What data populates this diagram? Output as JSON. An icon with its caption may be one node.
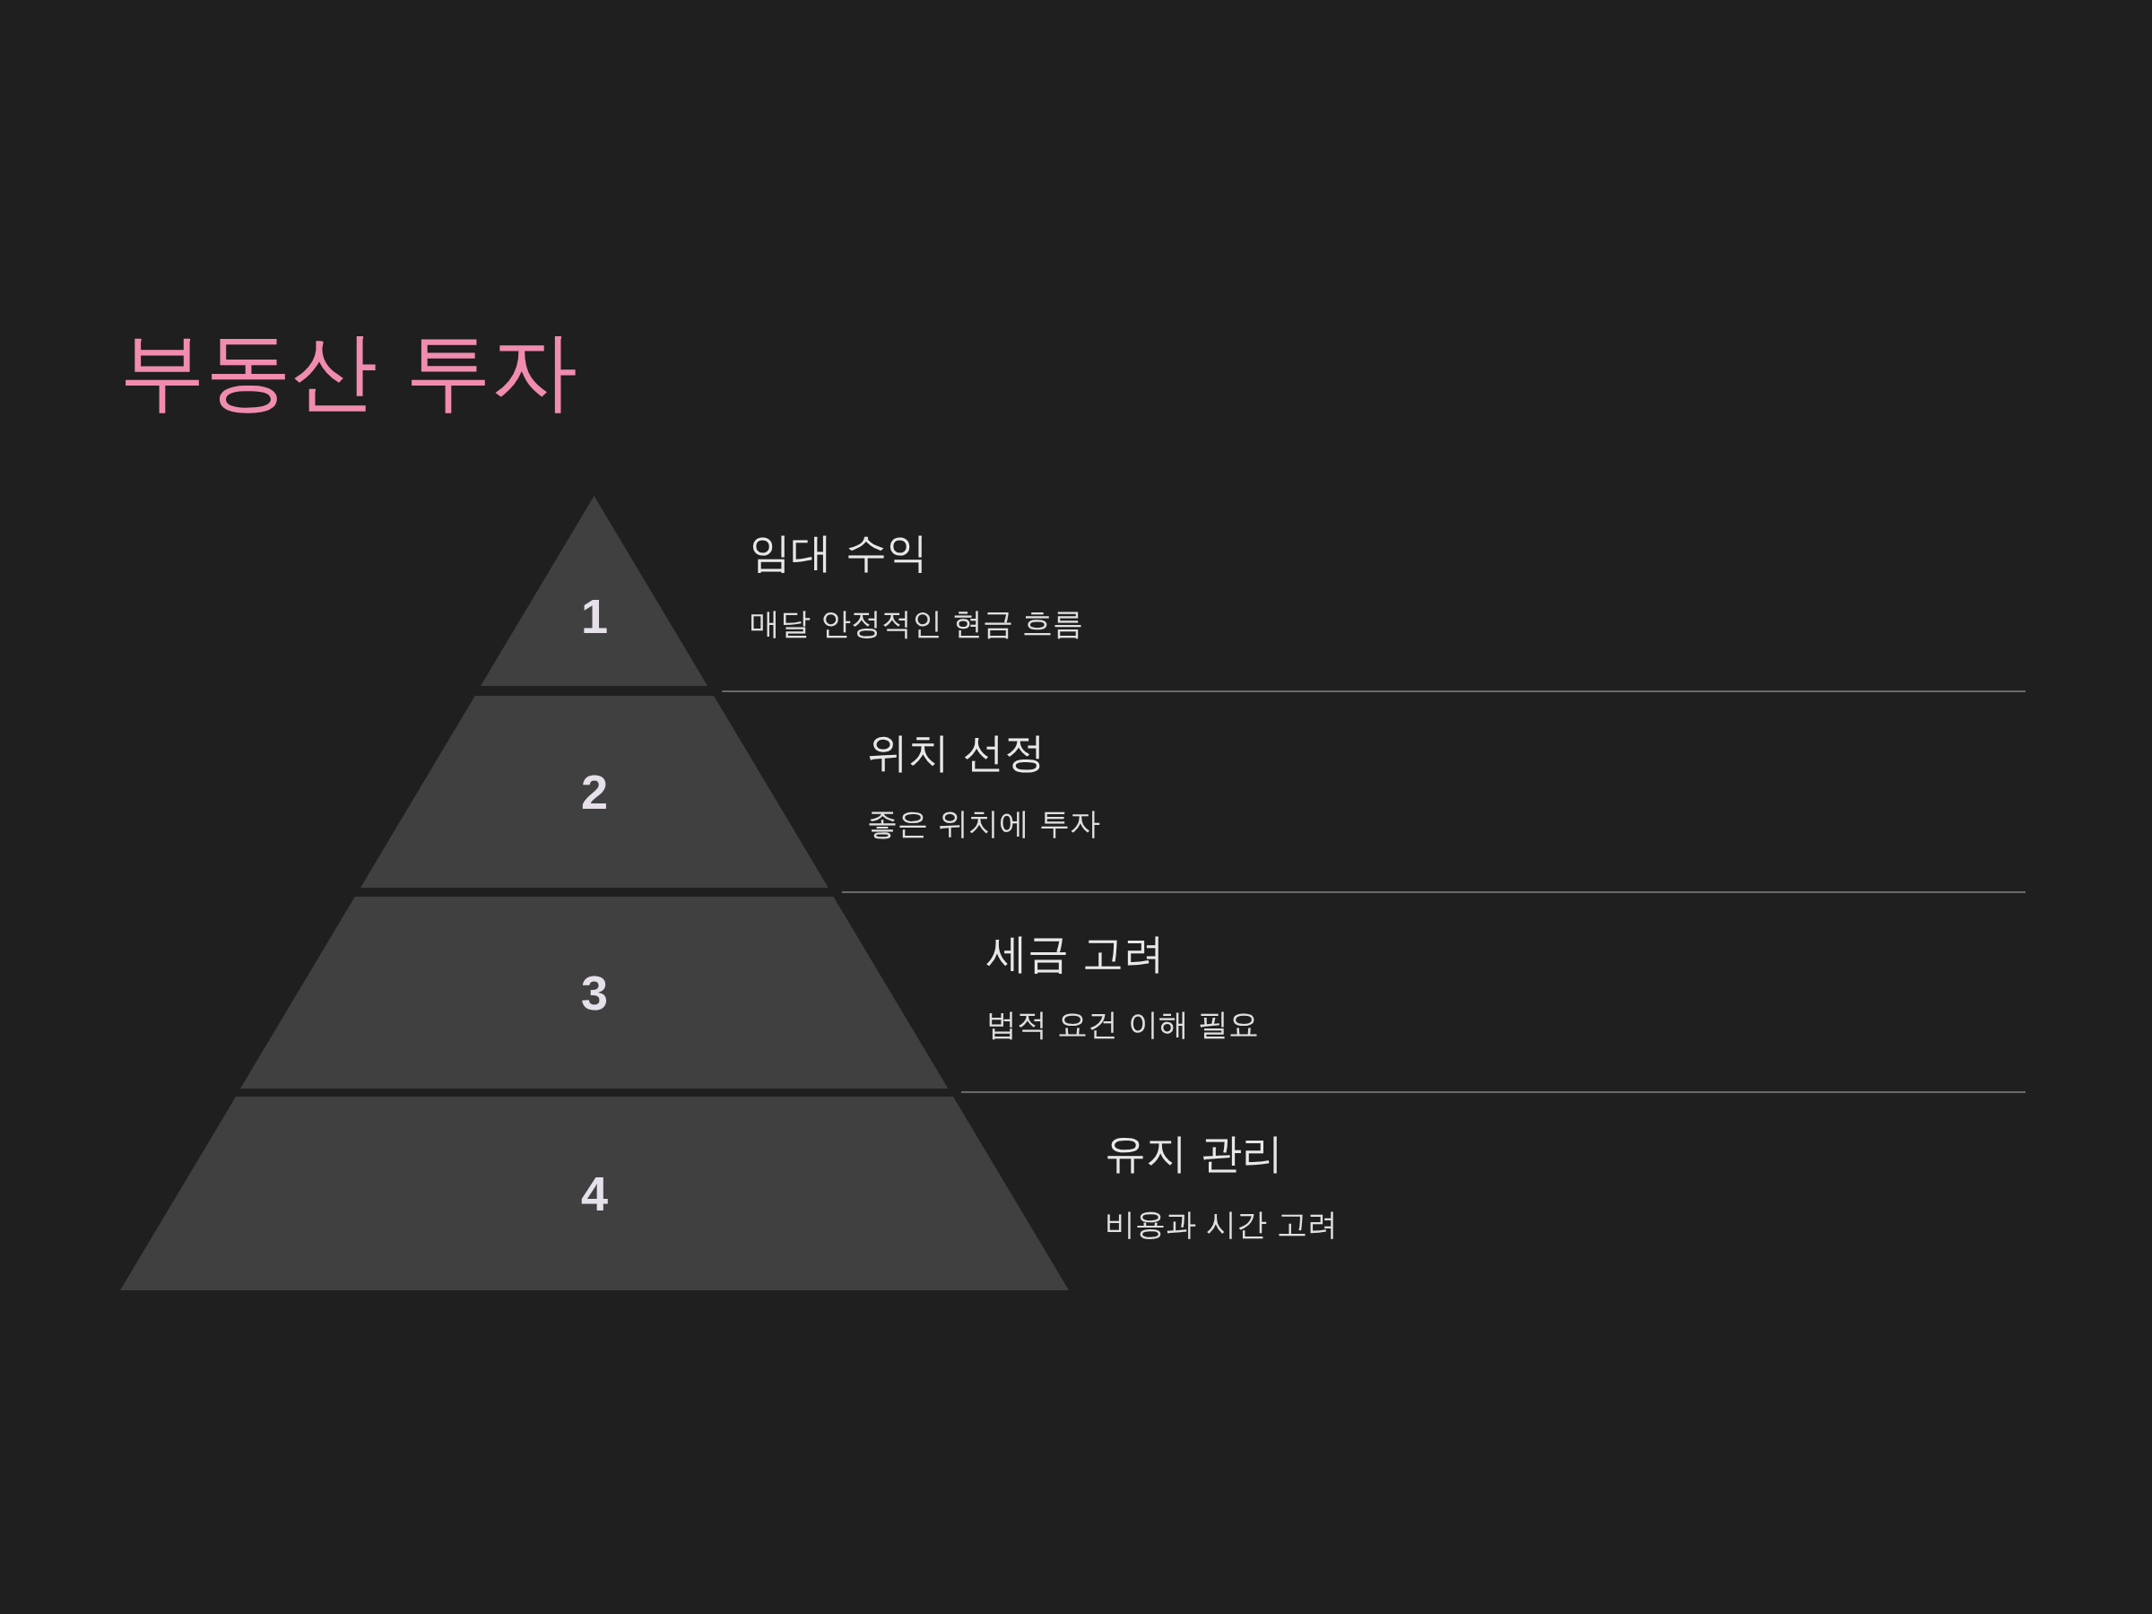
{
  "diagram": {
    "title": "부동산 투자",
    "nodes": [
      {
        "text": [
          "1"
        ],
        "beside": [
          "임대 수익",
          "매달 안정적인 현금 흐름"
        ]
      },
      {
        "text": [
          "2"
        ],
        "beside": [
          "위치 선정",
          "좋은 위치에 투자"
        ]
      },
      {
        "text": [
          "3"
        ],
        "beside": [
          "세금 고려",
          "법적 요건 이해 필요"
        ]
      },
      {
        "text": [
          "4"
        ],
        "beside": [
          "유지 관리",
          "비용과 시간 고려"
        ]
      }
    ]
  }
}
